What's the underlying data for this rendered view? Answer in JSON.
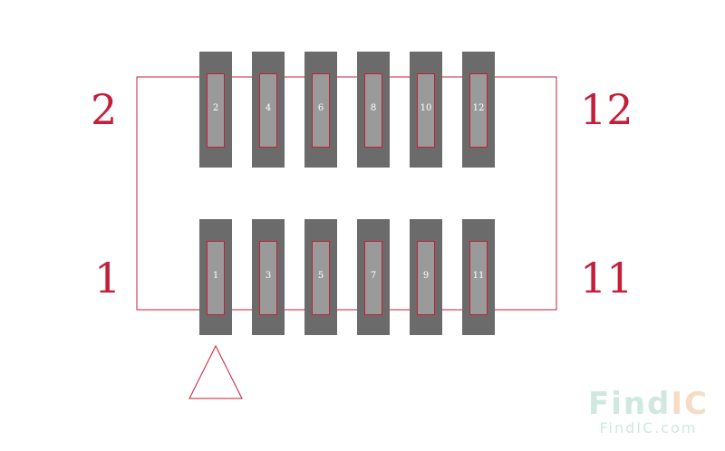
{
  "diagram": {
    "corner_labels": {
      "top_left": "2",
      "bottom_left": "1",
      "top_right": "12",
      "bottom_right": "11"
    },
    "top_row_pins": [
      "2",
      "4",
      "6",
      "8",
      "10",
      "12"
    ],
    "bottom_row_pins": [
      "1",
      "3",
      "5",
      "7",
      "9",
      "11"
    ]
  },
  "watermark": {
    "logo": "FindIC",
    "logo_part1": "Find",
    "logo_part2": "IC",
    "url": "FindIC.com"
  },
  "colors": {
    "outline": "#c41e3a",
    "pad_outer": "#6b6b6b",
    "pad_inner": "#9a9a9a",
    "pin_text": "#ffffff",
    "watermark_find": "#cfe8e0",
    "watermark_ic": "#f6dcc4"
  },
  "icons": {
    "pin1_marker": "triangle-outline"
  }
}
